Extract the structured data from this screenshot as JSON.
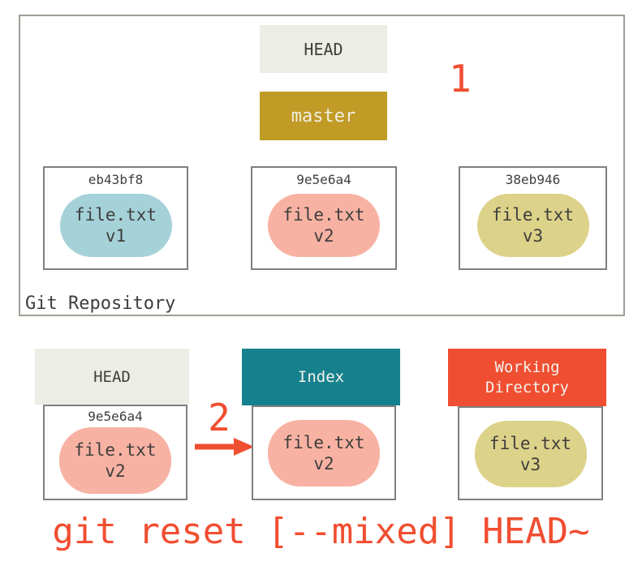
{
  "repository": {
    "label": "Git Repository",
    "head_label": "HEAD",
    "branch_label": "master",
    "commits": [
      {
        "hash": "eb43bf8",
        "file": "file.txt",
        "version": "v1"
      },
      {
        "hash": "9e5e6a4",
        "file": "file.txt",
        "version": "v2"
      },
      {
        "hash": "38eb946",
        "file": "file.txt",
        "version": "v3"
      }
    ]
  },
  "steps": [
    {
      "label": "1"
    },
    {
      "label": "2"
    }
  ],
  "columns": {
    "head": {
      "title": "HEAD",
      "hash": "9e5e6a4",
      "file": "file.txt",
      "version": "v2"
    },
    "index": {
      "title": "Index",
      "file": "file.txt",
      "version": "v2"
    },
    "working_directory": {
      "title": "Working Directory",
      "file": "file.txt",
      "version": "v3"
    }
  },
  "caption": "git reset [--mixed] HEAD~",
  "colors": {
    "accent_red": "#f04e31",
    "branch_gold": "#c19b26",
    "index_teal": "#16818e",
    "head_light": "#ecede4",
    "pill_blue": "#a5d1d8",
    "pill_salmon": "#f7b2a3",
    "pill_khaki": "#ddd289",
    "arrow_gray": "#808080",
    "border_gray": "#a19d95"
  }
}
